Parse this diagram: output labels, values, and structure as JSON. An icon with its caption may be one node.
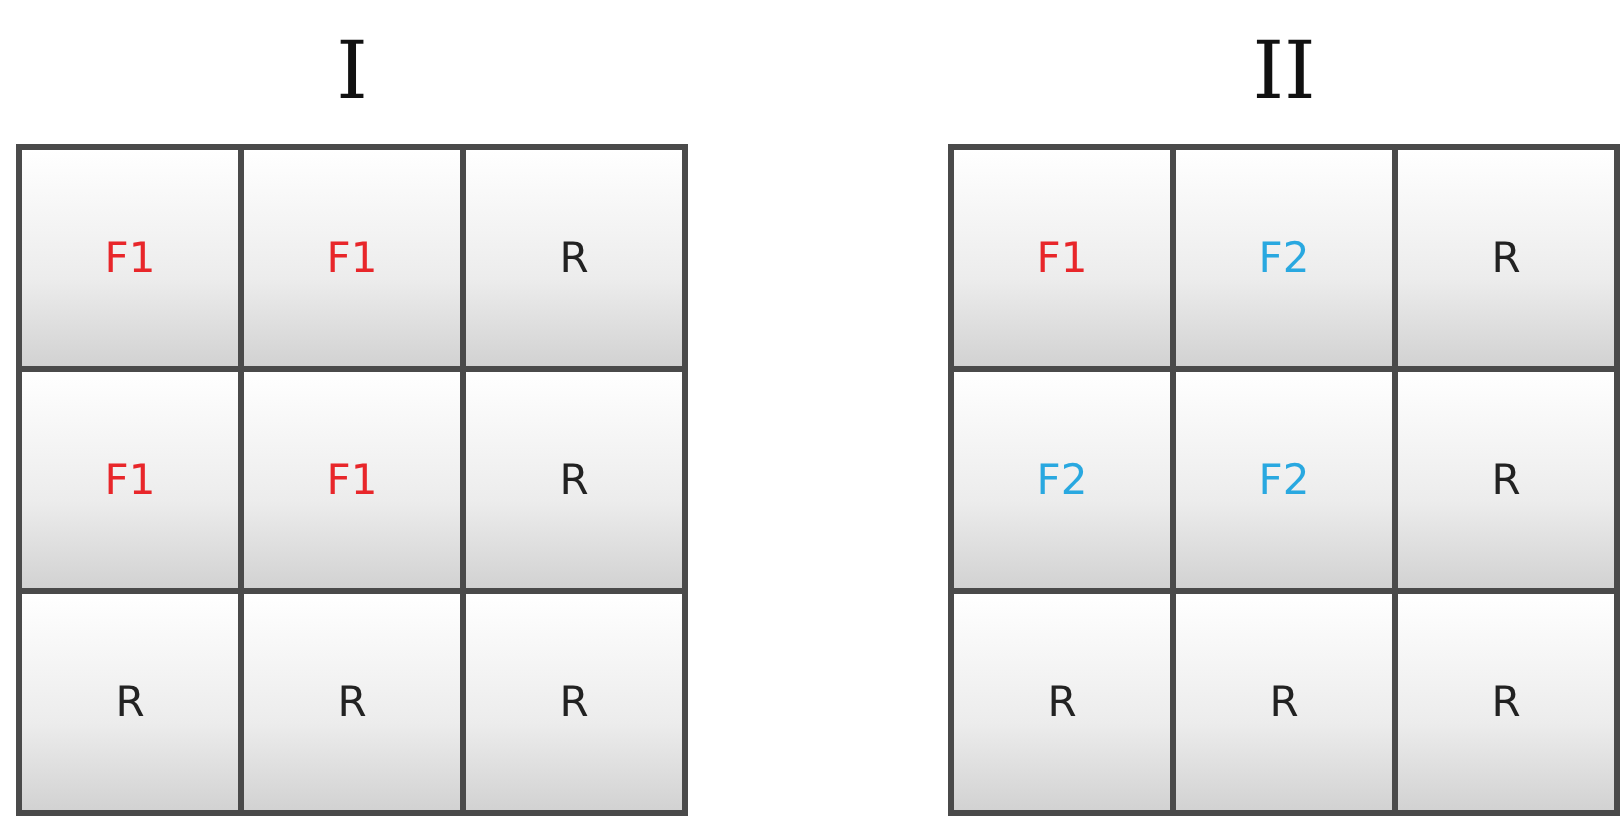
{
  "diagram": {
    "nodes": [
      {
        "text": [
          "I"
        ]
      },
      {
        "text": [
          "F1"
        ],
        "in": 0
      },
      {
        "text": [
          "F1"
        ],
        "in": 0
      },
      {
        "text": [
          "R"
        ],
        "in": 0
      },
      {
        "text": [
          "F1"
        ],
        "in": 0
      },
      {
        "text": [
          "F1"
        ],
        "in": 0
      },
      {
        "text": [
          "R"
        ],
        "in": 0
      },
      {
        "text": [
          "R"
        ],
        "in": 0
      },
      {
        "text": [
          "R"
        ],
        "in": 0
      },
      {
        "text": [
          "R"
        ],
        "in": 0
      },
      {
        "text": [
          "II"
        ]
      },
      {
        "text": [
          "F1"
        ],
        "in": 10
      },
      {
        "text": [
          "F2"
        ],
        "in": 10
      },
      {
        "text": [
          "R"
        ],
        "in": 10
      },
      {
        "text": [
          "F2"
        ],
        "in": 10
      },
      {
        "text": [
          "F2"
        ],
        "in": 10
      },
      {
        "text": [
          "R"
        ],
        "in": 10
      },
      {
        "text": [
          "R"
        ],
        "in": 10
      },
      {
        "text": [
          "R"
        ],
        "in": 10
      },
      {
        "text": [
          "R"
        ],
        "in": 10
      }
    ]
  }
}
